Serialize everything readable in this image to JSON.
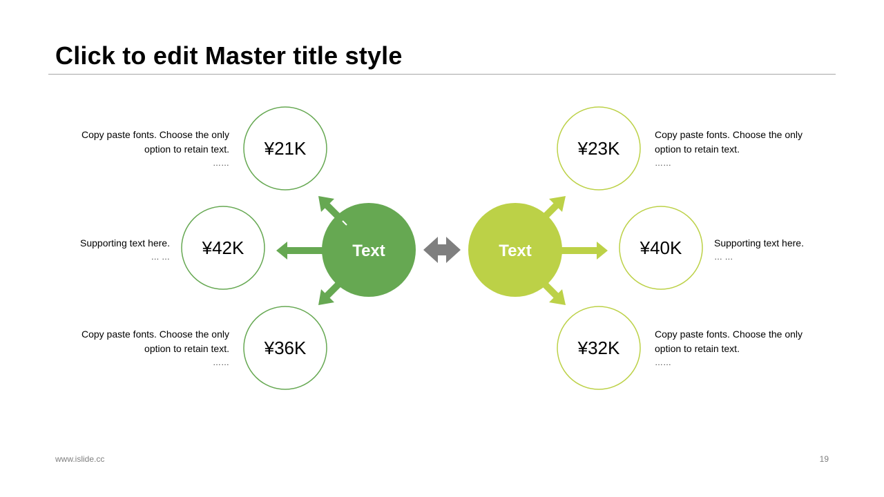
{
  "title": "Click to edit Master title style",
  "footer": {
    "site": "www.islide.cc",
    "page": "19"
  },
  "colors": {
    "dark_green": "#66a852",
    "light_green": "#bcd147",
    "connector_gray": "#7f7f7f"
  },
  "left": {
    "hub_label": "Text",
    "top": {
      "value": "¥21K",
      "text": "Copy paste fonts. Choose the only option to retain text.",
      "dots": "……"
    },
    "middle": {
      "value": "¥42K",
      "text": "Supporting text here.",
      "dots": "… …"
    },
    "bottom": {
      "value": "¥36K",
      "text": "Copy paste fonts. Choose the only option to retain text.",
      "dots": "……"
    }
  },
  "right": {
    "hub_label": "Text",
    "top": {
      "value": "¥23K",
      "text": "Copy paste fonts. Choose the only option to retain text.",
      "dots": "……"
    },
    "middle": {
      "value": "¥40K",
      "text": "Supporting text here.",
      "dots": "… …"
    },
    "bottom": {
      "value": "¥32K",
      "text": "Copy paste fonts. Choose the only option to retain text.",
      "dots": "……"
    }
  }
}
